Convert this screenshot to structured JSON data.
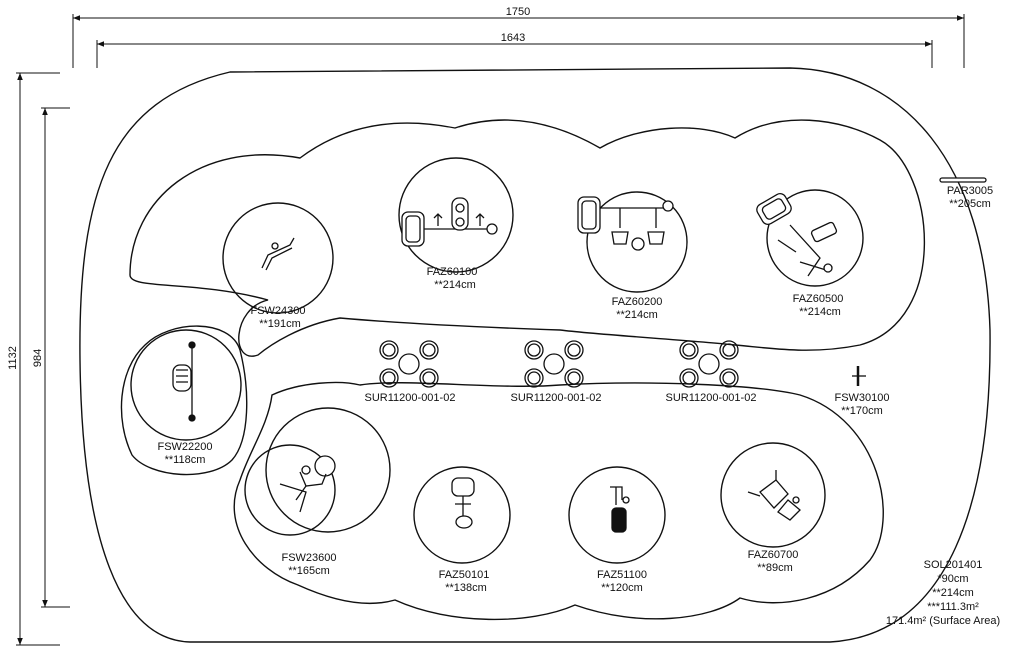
{
  "dimensions": {
    "outer_width": "1750",
    "inner_width": "1643",
    "outer_height": "1132",
    "inner_height": "984"
  },
  "equipment": {
    "fsw24300": {
      "code": "FSW24300",
      "height": "**191cm"
    },
    "faz60100": {
      "code": "FAZ60100",
      "height": "**214cm"
    },
    "faz60200": {
      "code": "FAZ60200",
      "height": "**214cm"
    },
    "faz60500": {
      "code": "FAZ60500",
      "height": "**214cm"
    },
    "par3005": {
      "code": "PAR3005",
      "height": "**205cm"
    },
    "fsw22200": {
      "code": "FSW22200",
      "height": "**118cm"
    },
    "sur1": {
      "code": "SUR11200-001-02"
    },
    "sur2": {
      "code": "SUR11200-001-02"
    },
    "sur3": {
      "code": "SUR11200-001-02"
    },
    "fsw30100": {
      "code": "FSW30100",
      "height": "**170cm"
    },
    "fsw23600": {
      "code": "FSW23600",
      "height": "**165cm"
    },
    "faz50101": {
      "code": "FAZ50101",
      "height": "**138cm"
    },
    "faz51100": {
      "code": "FAZ51100",
      "height": "**120cm"
    },
    "faz60700": {
      "code": "FAZ60700",
      "height": "**89cm"
    }
  },
  "surface": {
    "code": "SOL201401",
    "line1": "*90cm",
    "line2": "**214cm",
    "line3": "***111.3m²",
    "line4": "171.4m² (Surface Area)"
  }
}
